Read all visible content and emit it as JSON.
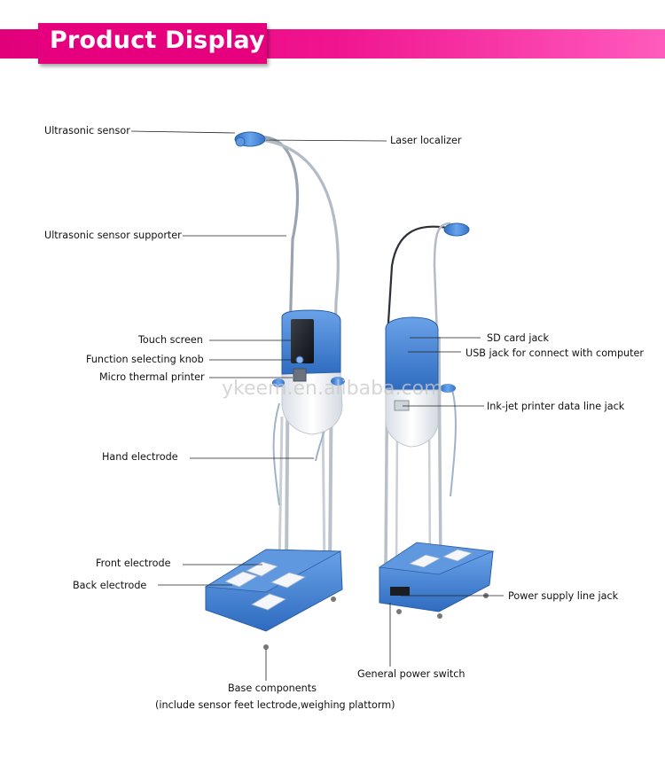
{
  "header": {
    "title": "Product Display"
  },
  "watermark": "ykeem.en.alibaba.com",
  "labels": {
    "ultrasonic_sensor": "Ultrasonic sensor",
    "laser_localizer": "Laser localizer",
    "ultrasonic_sensor_supporter": "Ultrasonic sensor supporter",
    "touch_screen": "Touch screen",
    "function_knob": "Function selecting knob",
    "micro_printer": "Micro thermal printer",
    "sd_card_jack": "SD card jack",
    "usb_jack": "USB jack for connect with computer",
    "inkjet_jack": "Ink-jet printer data line jack",
    "hand_electrode": "Hand electrode",
    "front_electrode": "Front electrode",
    "back_electrode": "Back electrode",
    "power_supply_jack": "Power supply line jack",
    "general_power_switch": "General power switch",
    "base_components": "Base components",
    "base_components_note": "(include sensor feet lectrode,weighing plattorm)"
  },
  "colors": {
    "banner": "#e6007e",
    "device_blue": "#3f7fd4",
    "device_white": "#eef1f5"
  }
}
